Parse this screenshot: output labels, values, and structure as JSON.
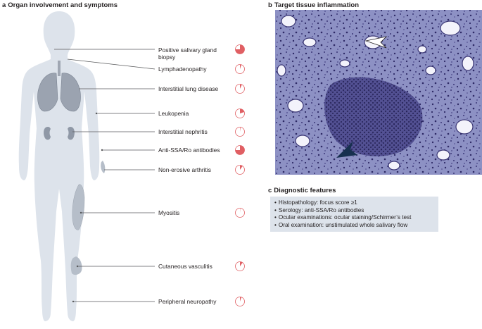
{
  "panel_a": {
    "letter": "a",
    "title": "Organ involvement and symptoms",
    "symptoms": [
      {
        "label": "Positive salivary gland biopsy",
        "fraction": 0.75
      },
      {
        "label": "Lymphadenopathy",
        "fraction": 0.05
      },
      {
        "label": "Interstitial lung disease",
        "fraction": 0.07
      },
      {
        "label": "Leukopenia",
        "fraction": 0.2
      },
      {
        "label": "Interstitial nephritis",
        "fraction": 0.02
      },
      {
        "label": "Anti-SSA/Ro antibodies",
        "fraction": 0.75
      },
      {
        "label": "Non-erosive arthritis",
        "fraction": 0.1
      },
      {
        "label": "Myositis",
        "fraction": 0.01
      },
      {
        "label": "Cutaneous vasculitis",
        "fraction": 0.1
      },
      {
        "label": "Peripheral neuropathy",
        "fraction": 0.05
      }
    ],
    "colors": {
      "silhouette": "#dde3eb",
      "pie": "#e05f63",
      "line": "#58595b"
    }
  },
  "panel_b": {
    "letter": "b",
    "title": "Target tissue inflammation",
    "colors": {
      "stain": "#7b80b8",
      "nuclei": "#2e2a66",
      "arrowhead_light": "#ffffff",
      "arrowhead_dark": "#17304f"
    }
  },
  "panel_c": {
    "letter": "c",
    "title": "Diagnostic features",
    "items": [
      "Histopathology: focus score ≥1",
      "Serology: anti-SSA/Ro antibodies",
      "Ocular examinations: ocular staining/Schirmer’s test",
      "Oral examination: unstimulated whole salivary flow"
    ]
  }
}
